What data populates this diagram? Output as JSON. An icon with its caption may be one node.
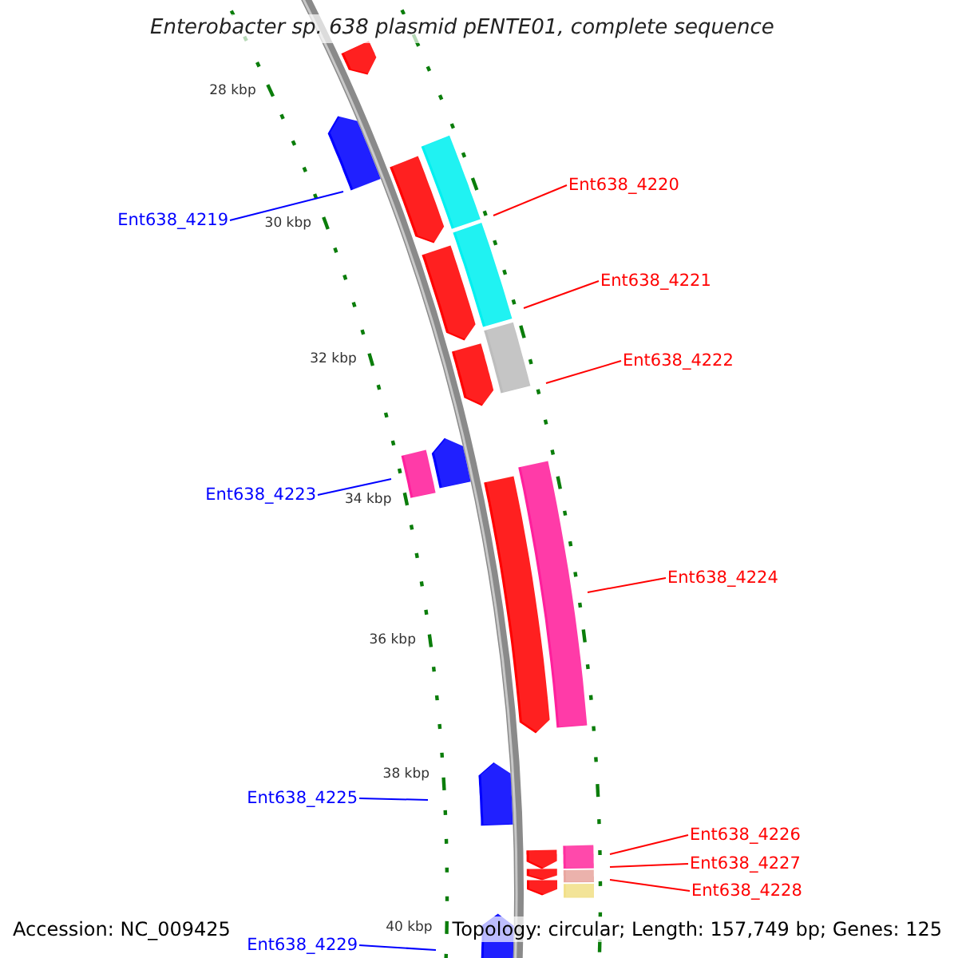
{
  "diagram": {
    "title": "Enterobacter sp. 638 plasmid pENTE01, complete sequence",
    "nodes": [
      {
        "text": [
          "Ent638_4219"
        ]
      },
      {
        "text": [
          "Ent638_4220"
        ]
      },
      {
        "text": [
          "Ent638_4221"
        ]
      },
      {
        "text": [
          "Ent638_4222"
        ]
      },
      {
        "text": [
          "Ent638_4223"
        ]
      },
      {
        "text": [
          "Ent638_4224"
        ]
      },
      {
        "text": [
          "Ent638_4225"
        ]
      },
      {
        "text": [
          "Ent638_4226"
        ]
      },
      {
        "text": [
          "Ent638_4227"
        ]
      },
      {
        "text": [
          "Ent638_4228"
        ]
      },
      {
        "text": [
          "Ent638_4229"
        ]
      }
    ],
    "edges": [
      {
        "from": 0,
        "to": null,
        "arrow": "none",
        "color": "#0000ff"
      },
      {
        "from": 1,
        "to": null,
        "arrow": "none"
      },
      {
        "from": 2,
        "to": null,
        "arrow": "none"
      },
      {
        "from": 3,
        "to": null,
        "arrow": "none"
      },
      {
        "from": 4,
        "to": null,
        "arrow": "none",
        "color": "#0000ff"
      },
      {
        "from": 5,
        "to": null,
        "arrow": "none"
      },
      {
        "from": 6,
        "to": null,
        "arrow": "none",
        "color": "#0000ff"
      },
      {
        "from": 7,
        "to": null,
        "arrow": "none"
      },
      {
        "from": 8,
        "to": null,
        "arrow": "none"
      },
      {
        "from": 9,
        "to": null,
        "arrow": "none"
      },
      {
        "from": 10,
        "to": null,
        "arrow": "none",
        "color": "#0000ff"
      }
    ],
    "labels": [
      "28 kbp",
      "30 kbp",
      "32 kbp",
      "34 kbp",
      "36 kbp",
      "38 kbp",
      "40 kbp",
      "Accession: NC_009425",
      "Topology: circular; Length: 157,749 bp; Genes: 125"
    ]
  }
}
